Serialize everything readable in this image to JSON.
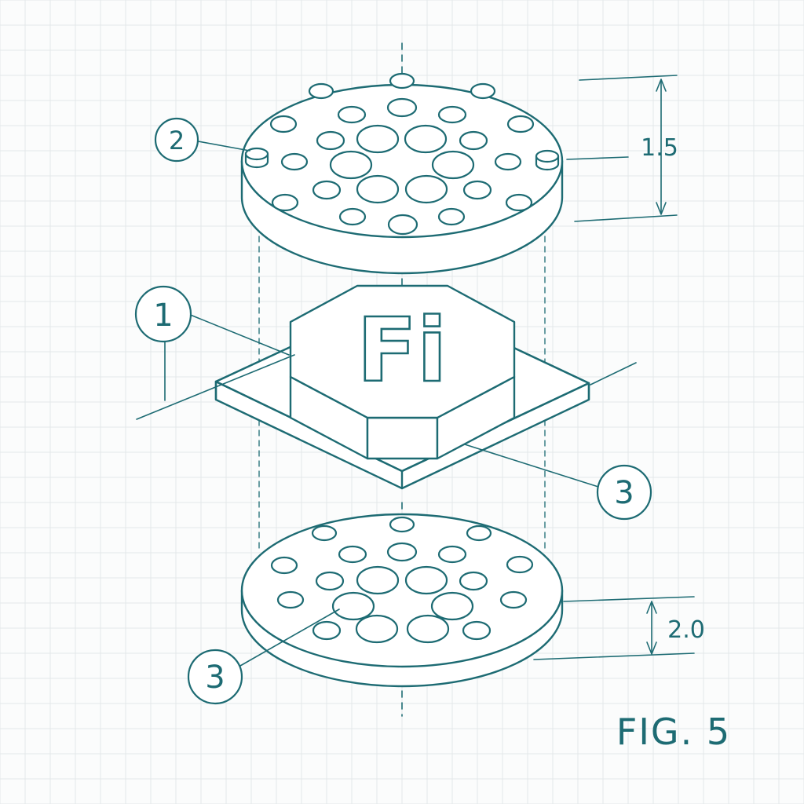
{
  "colors": {
    "ink": "#1d6b73",
    "grid": "#e3e8ea",
    "paper": "#fbfcfc",
    "face": "#ffffff"
  },
  "figure": {
    "label": "FIG. 5"
  },
  "callouts": {
    "c1": "1",
    "c2": "2",
    "c3_chip": "3",
    "c3_disc": "3"
  },
  "dimensions": {
    "top_disc": "1.5",
    "bottom_disc": "2.0"
  },
  "chip": {
    "marking": "Fi"
  }
}
